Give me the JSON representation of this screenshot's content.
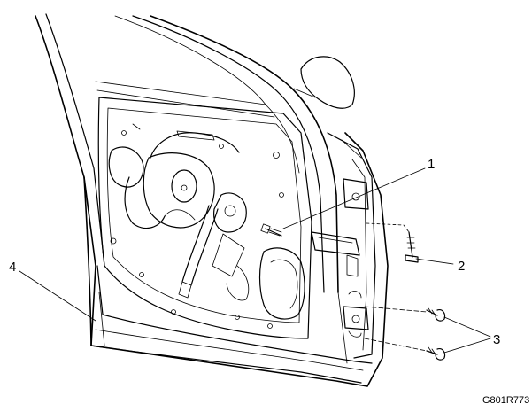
{
  "callouts": [
    {
      "label": "1",
      "part": "fastener-near-hinge"
    },
    {
      "label": "2",
      "part": "bolt"
    },
    {
      "label": "3",
      "part": "hinge-bolts"
    },
    {
      "label": "4",
      "part": "front-door"
    }
  ],
  "figure_code": "G801R773",
  "colors": {
    "line": "#000000",
    "background": "#ffffff",
    "panel_fill": "#f7f7f7"
  }
}
